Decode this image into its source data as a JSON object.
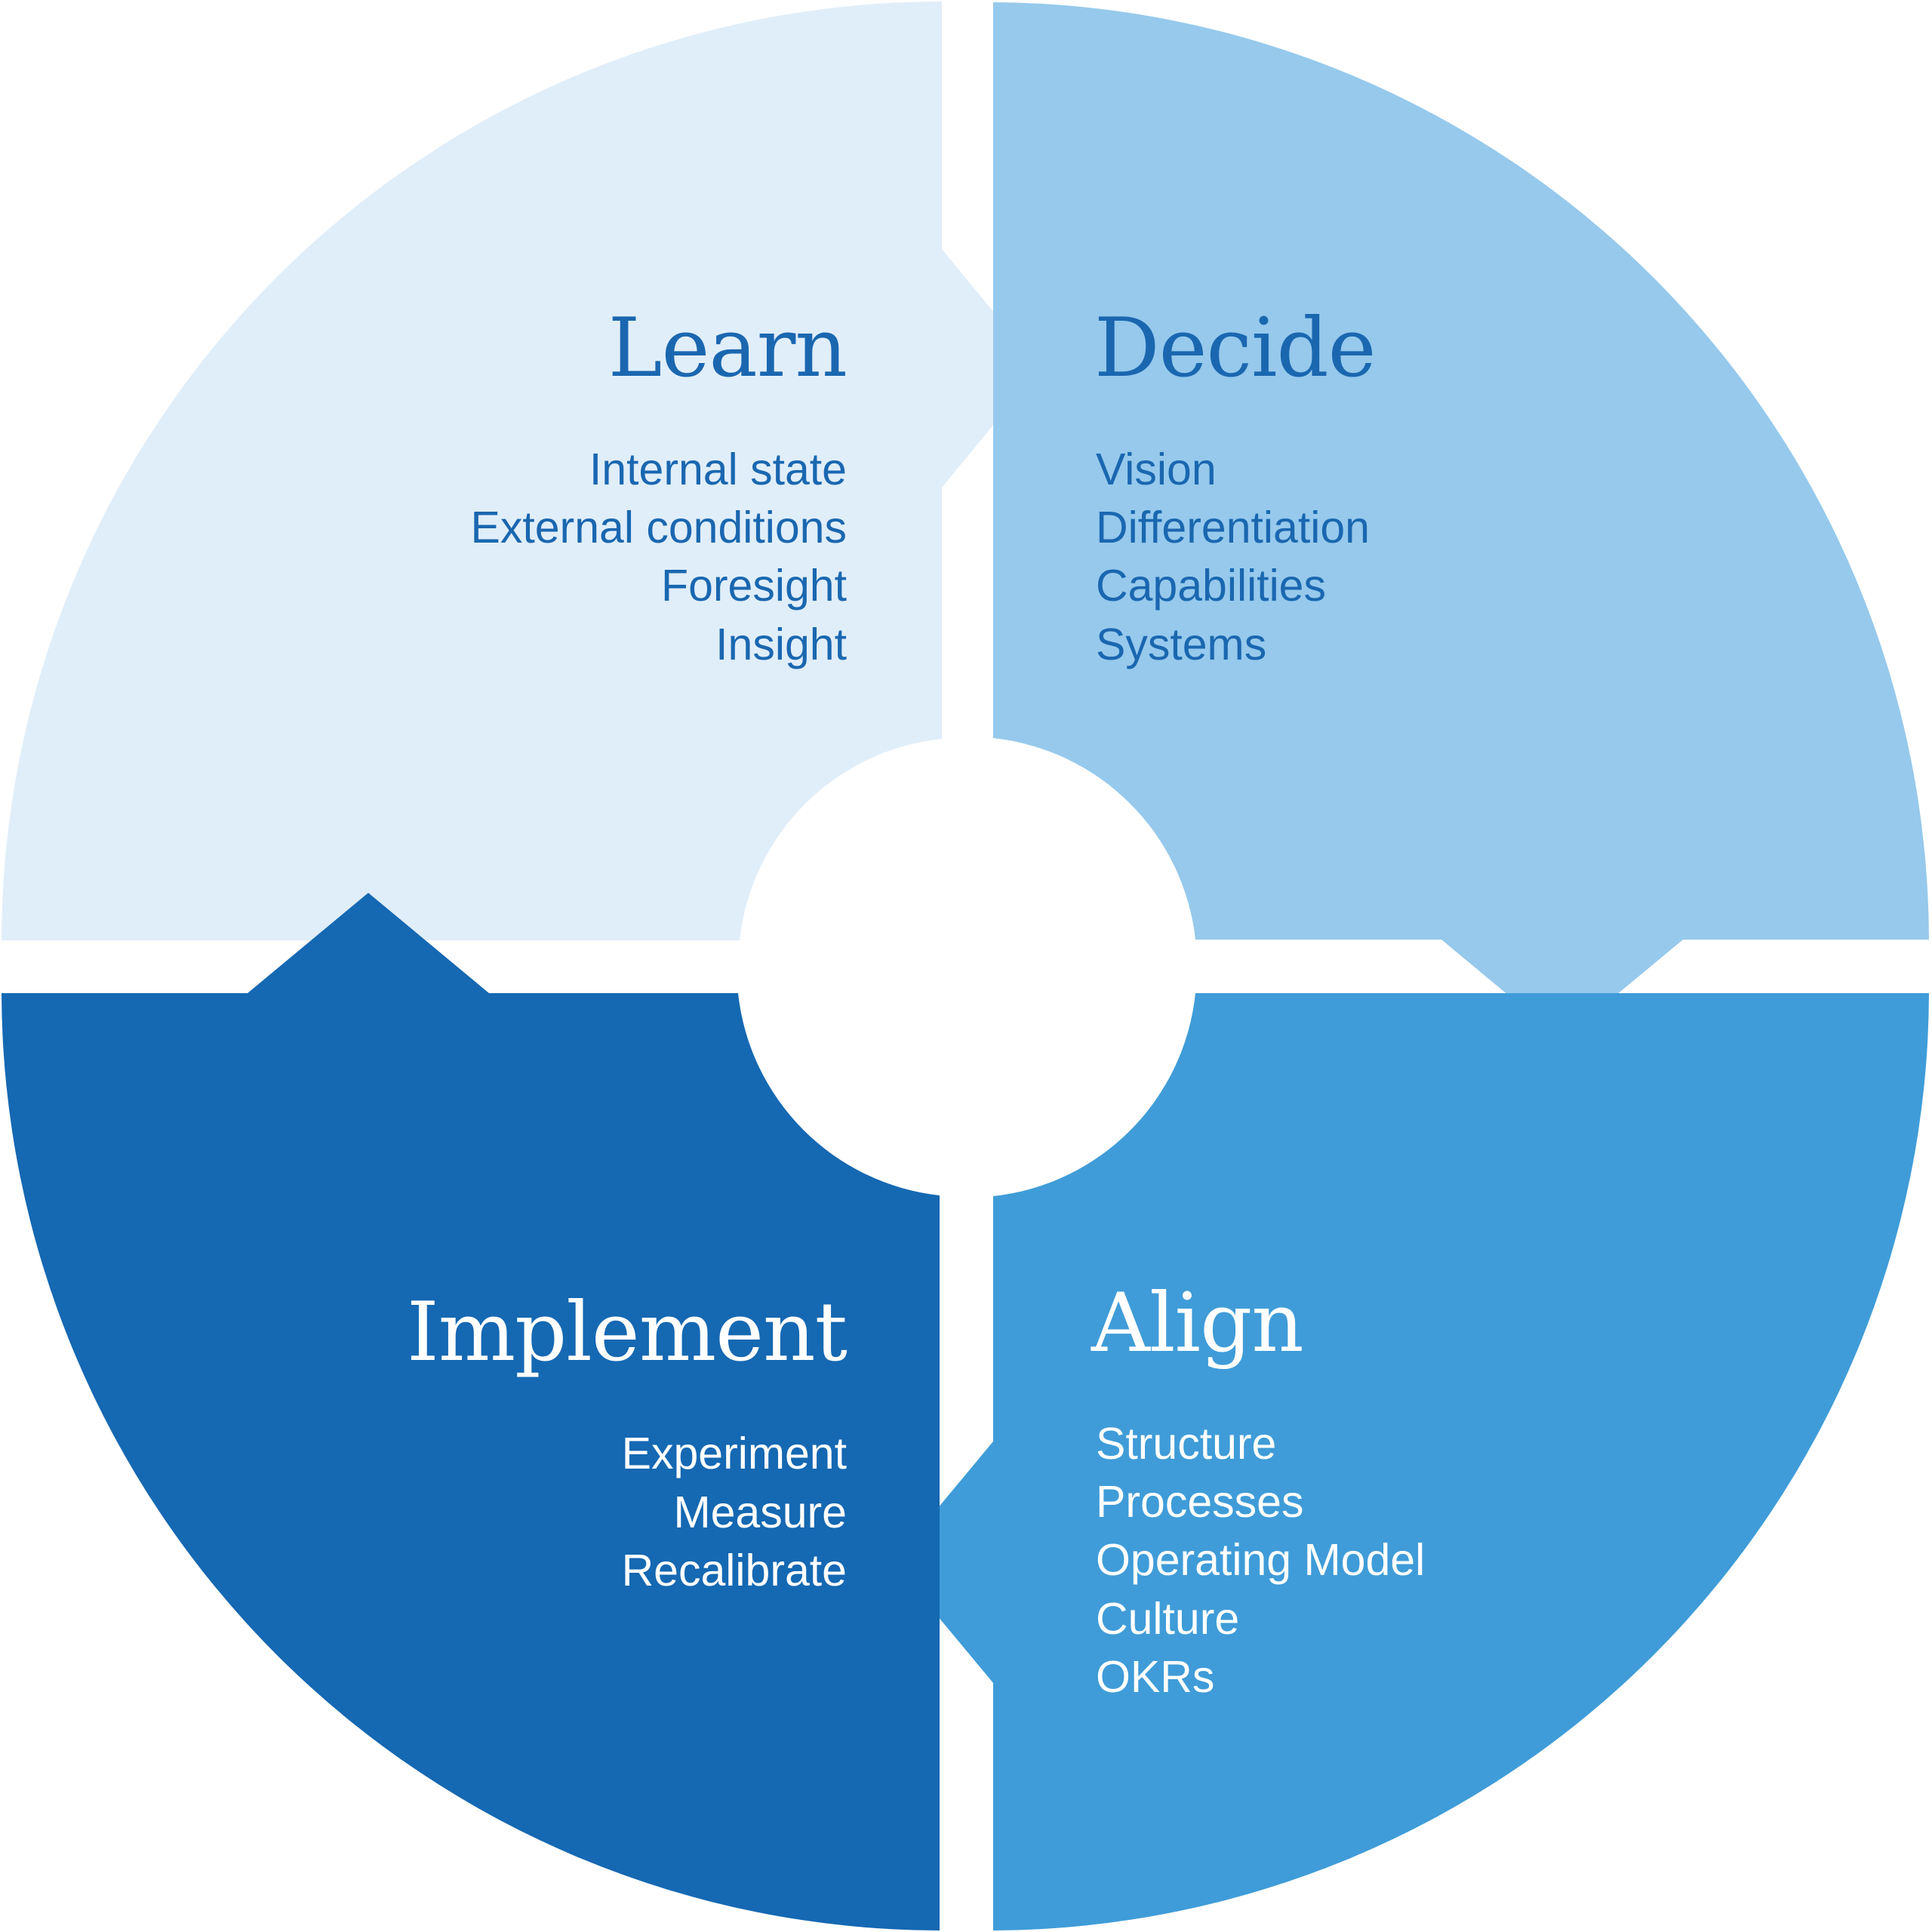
{
  "colors": {
    "background": "#ffffff",
    "learn": "#e0eefa",
    "decide": "#96c9ec",
    "align": "#3f9cd8",
    "implement": "#1568b2",
    "dark_text": "#1a67b0",
    "light_text": "#ffffff"
  },
  "learn": {
    "title": "Learn",
    "items": [
      "Internal state",
      "External conditions",
      "Foresight",
      "Insight"
    ]
  },
  "decide": {
    "title": "Decide",
    "items": [
      "Vision",
      "Differentiation",
      "Capabilities",
      "Systems"
    ]
  },
  "align": {
    "title": "Align",
    "items": [
      "Structure",
      "Processes",
      "Operating Model",
      "Culture",
      "OKRs"
    ]
  },
  "implement": {
    "title": "Implement",
    "items": [
      "Experiment",
      "Measure",
      "Recalibrate"
    ]
  }
}
